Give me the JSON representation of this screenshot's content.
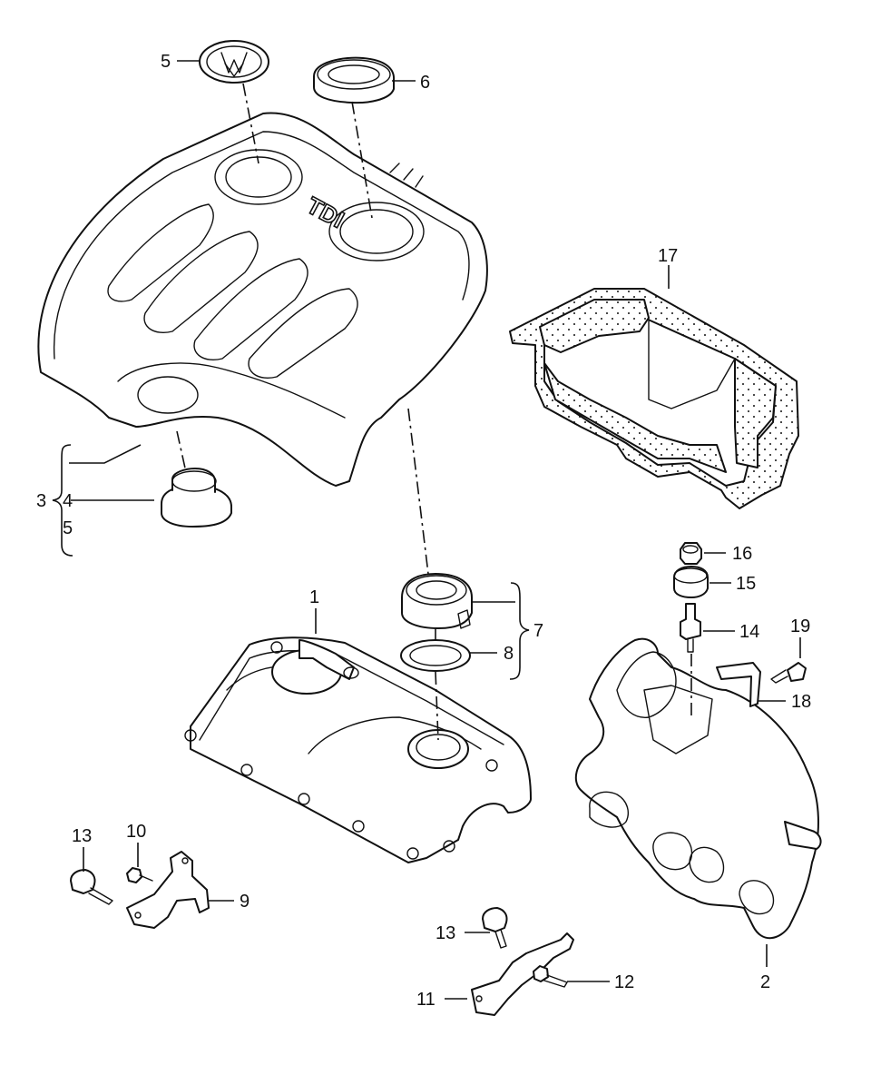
{
  "cover": {
    "emblem_text": "TDI"
  },
  "callouts": {
    "c1": "1",
    "c2": "2",
    "c3": "3",
    "c4": "4",
    "c5a": "5",
    "c5b": "5",
    "c6": "6",
    "c7": "7",
    "c8": "8",
    "c9": "9",
    "c10": "10",
    "c11": "11",
    "c12": "12",
    "c13a": "13",
    "c13b": "13",
    "c14": "14",
    "c15": "15",
    "c16": "16",
    "c17": "17",
    "c18": "18",
    "c19": "19"
  }
}
